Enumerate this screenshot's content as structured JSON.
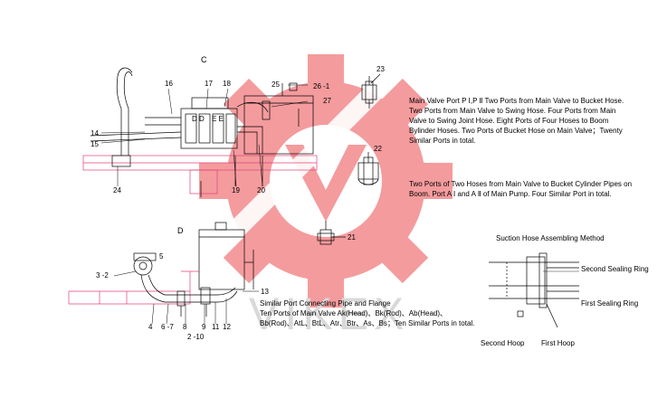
{
  "watermark": {
    "text": "VIKEX",
    "logo": "gear-logo",
    "color": "#f2878a"
  },
  "colors": {
    "line": "#000000",
    "pink_line": "#e0407a",
    "watermark_red": "#f07c80"
  },
  "view_labels": {
    "c": "C",
    "d": "D"
  },
  "notes": {
    "main_valve": "Main Valve Port P Ⅰ,P Ⅱ Two Ports from Main Valve to Bucket Hose. Two Ports from Main Valve to Swing Hose. Four Ports from Main Valve to Swing Joint Hose. Eight Ports of Four Hoses to Boom Bylinder Hoses. Two Ports of Bucket Hose on Main Valve；Twenty Similar Ports in total.",
    "two_ports": "Two Ports of Two Hoses from Main Valve to Bucket Cylinder Pipes on Boom. Port A Ⅰ and A Ⅱ of Main Pump. Four Similar Port in total.",
    "similar_port": "Similar Port Connecting Pipe and Flange",
    "ten_ports": "Ten Ports of Main Valve Ak(Head)、Bk(Rod)、Ab(Head)、Bb(Rod)、AtL、BtL、Atr、Btr、As、Bs；Ten Similar Ports in total."
  },
  "suction": {
    "title": "Suction Hose Assembling Method",
    "second_sealing_ring": "Second Sealing Ring",
    "first_sealing": "First Sealing Ring",
    "second_hoop": "Second Hoop",
    "first_hoop": "First Hoop"
  },
  "callouts_upper": {
    "n16": "16",
    "n17": "17",
    "n18": "18",
    "n25": "25",
    "n26_1": "26 -1",
    "n27": "27",
    "n14": "14",
    "n15": "15",
    "n24": "24",
    "n19": "19",
    "n20": "20",
    "nd": "D D ",
    "ne": "E E",
    "n23": "23",
    "n22": "22",
    "n21": "21"
  },
  "callouts_lower": {
    "n3_2": "3 -2",
    "n5": "5",
    "n13": "13",
    "n4": "4",
    "n6_7": "6 -7",
    "n8": "8",
    "n9": "9",
    "n11": "11",
    "n12": "12",
    "n2_10": "2 -10"
  }
}
